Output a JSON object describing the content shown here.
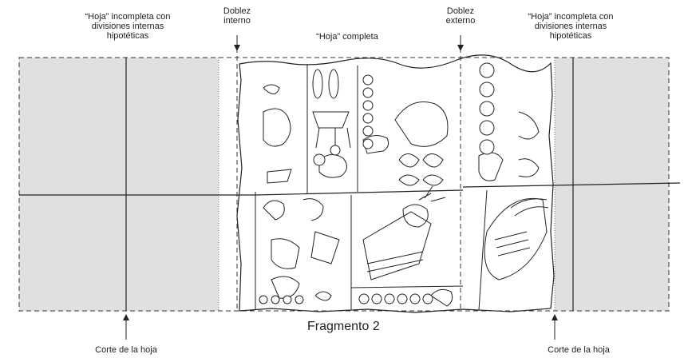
{
  "labels": {
    "left_incomplete": [
      "“Hoja” incompleta con",
      "divisiones internas",
      "hipotéticas"
    ],
    "inner_fold": [
      "Doblez",
      "interno"
    ],
    "complete_sheet": "“Hoja” completa",
    "outer_fold": [
      "Doblez",
      "externo"
    ],
    "right_incomplete": [
      "“Hoja” incompleta con",
      "divisiones internas",
      "hipotéticas"
    ],
    "fragment_caption": "Fragmento 2",
    "cut_left": "Corte de la hoja",
    "cut_right": "Corte de la hoja"
  },
  "colors": {
    "shaded_panel": "#e0e0e0",
    "line": "#222222"
  }
}
